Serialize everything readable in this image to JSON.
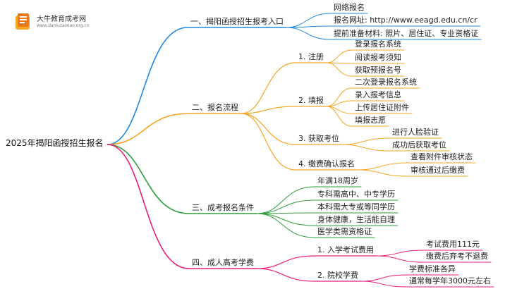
{
  "logo": {
    "name": "大牛教育成考网",
    "url": "www.daniuzaixiao.org.cn"
  },
  "mindmap": {
    "root": "2025年揭阳函授招生报名",
    "colors": {
      "blue": "#1e88e5",
      "orange": "#f5a623",
      "green": "#2e9d3a",
      "magenta": "#e91e7a"
    },
    "branches": [
      {
        "label": "一、揭阳函授招生报考入口",
        "color": "blue",
        "items": [
          {
            "label": "网络报名"
          },
          {
            "label": "报名网址: http://www.eeagd.edu.cn/cr"
          },
          {
            "label": "提前准备材料: 照片、居住证、专业资格证"
          }
        ]
      },
      {
        "label": "二、报名流程",
        "color": "orange",
        "items": [
          {
            "label": "1. 注册",
            "children": [
              "登录报名系统",
              "阅读报考须知",
              "获取预报名号"
            ]
          },
          {
            "label": "2. 填报",
            "children": [
              "二次登录报名系统",
              "录入报考信息",
              "上传居住证附件",
              "填报志愿"
            ]
          },
          {
            "label": "3. 获取考位",
            "children": [
              "进行人脸验证",
              "成功后获取考位"
            ]
          },
          {
            "label": "4. 缴费确认报名",
            "children": [
              "查看附件审核状态",
              "审核通过后缴费"
            ]
          }
        ]
      },
      {
        "label": "三、成考报名条件",
        "color": "green",
        "items": [
          {
            "label": "年满18周岁"
          },
          {
            "label": "专科需高中、中专学历"
          },
          {
            "label": "本科需大专或等同学历"
          },
          {
            "label": "身体健康，生活能自理"
          },
          {
            "label": "医学类需资格证"
          }
        ]
      },
      {
        "label": "四、成人高考学费",
        "color": "magenta",
        "items": [
          {
            "label": "1. 入学考试费用",
            "children": [
              "考试费用111元",
              "缴费后弃考不退费"
            ]
          },
          {
            "label": "2. 院校学费",
            "children": [
              "学费标准各异",
              "通常每学年3000元左右"
            ]
          }
        ]
      }
    ]
  }
}
